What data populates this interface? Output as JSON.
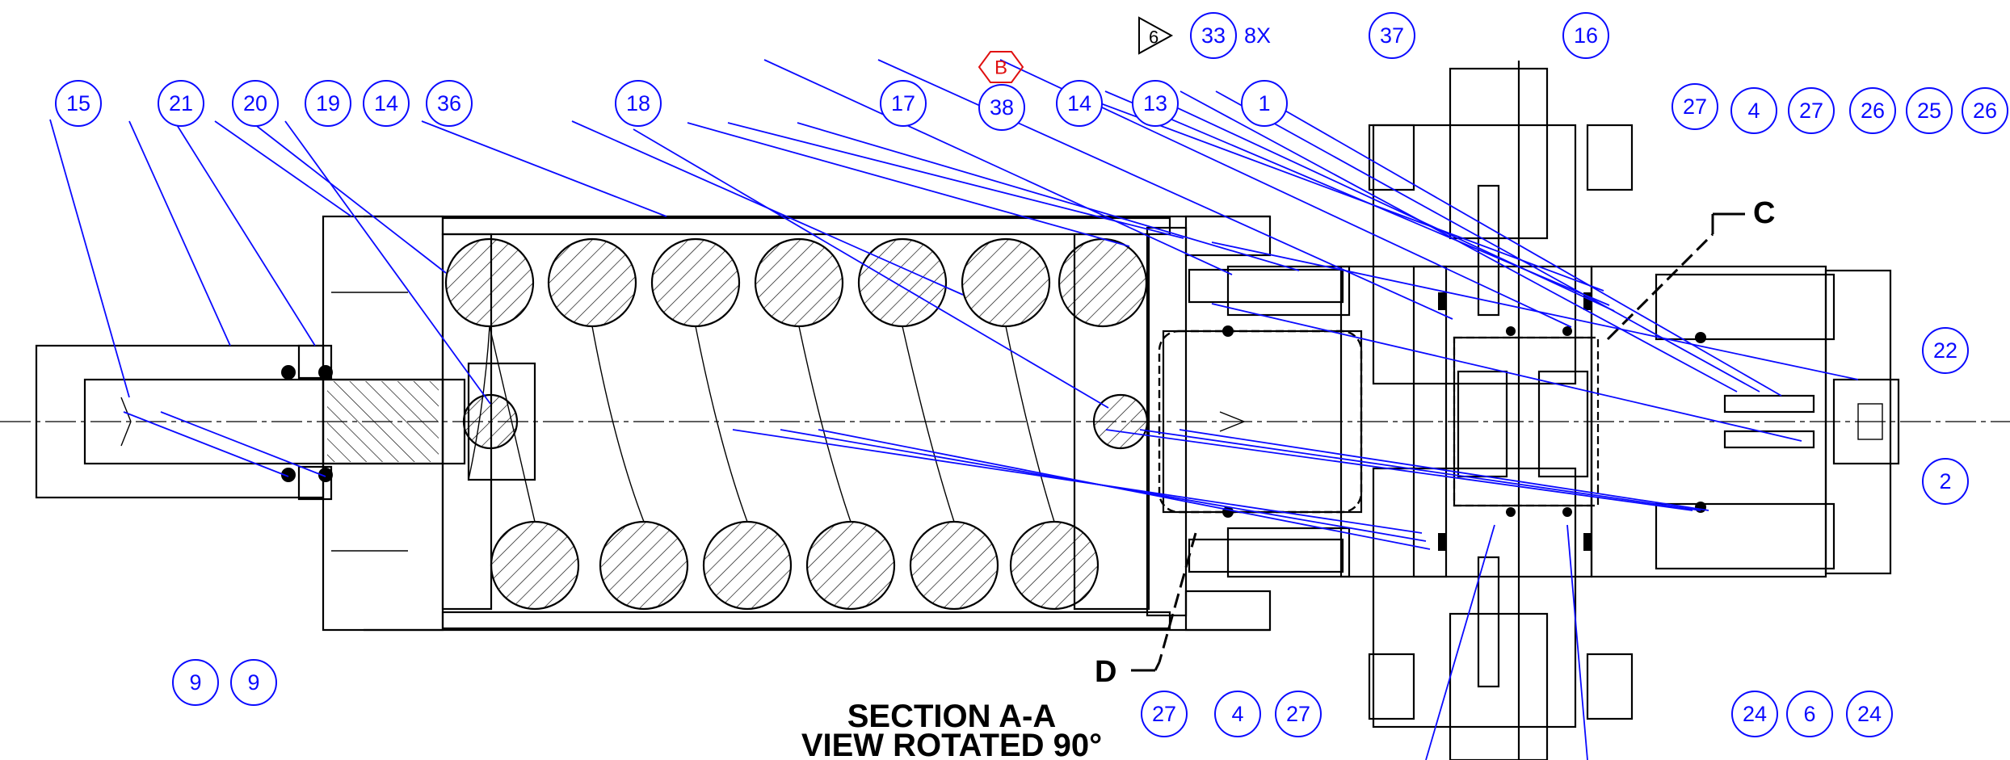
{
  "balloons": [
    {
      "id": "b15",
      "label": "15"
    },
    {
      "id": "b21",
      "label": "21"
    },
    {
      "id": "b20",
      "label": "20"
    },
    {
      "id": "b19",
      "label": "19"
    },
    {
      "id": "b14a",
      "label": "14"
    },
    {
      "id": "b36",
      "label": "36"
    },
    {
      "id": "b18",
      "label": "18"
    },
    {
      "id": "b17",
      "label": "17"
    },
    {
      "id": "b38",
      "label": "38"
    },
    {
      "id": "b14b",
      "label": "14"
    },
    {
      "id": "b13",
      "label": "13"
    },
    {
      "id": "b1",
      "label": "1"
    },
    {
      "id": "b33",
      "label": "33"
    },
    {
      "id": "b37",
      "label": "37"
    },
    {
      "id": "b16",
      "label": "16"
    },
    {
      "id": "b27a",
      "label": "27"
    },
    {
      "id": "b4a",
      "label": "4"
    },
    {
      "id": "b27b",
      "label": "27"
    },
    {
      "id": "b26a",
      "label": "26"
    },
    {
      "id": "b25",
      "label": "25"
    },
    {
      "id": "b26b",
      "label": "26"
    },
    {
      "id": "b22",
      "label": "22"
    },
    {
      "id": "b2",
      "label": "2"
    },
    {
      "id": "b9a",
      "label": "9"
    },
    {
      "id": "b9b",
      "label": "9"
    },
    {
      "id": "b27c",
      "label": "27"
    },
    {
      "id": "b4b",
      "label": "4"
    },
    {
      "id": "b27d",
      "label": "27"
    },
    {
      "id": "b24a",
      "label": "24"
    },
    {
      "id": "b6",
      "label": "6"
    },
    {
      "id": "b24b",
      "label": "24"
    }
  ],
  "notes": {
    "quantity": "8X",
    "weld_symbol": "6",
    "revision_flag": "B"
  },
  "view_labels": {
    "c": "C",
    "d": "D"
  },
  "caption": {
    "line1": "SECTION A-A",
    "line2": "VIEW ROTATED 90°"
  },
  "colors": {
    "balloon": "#0a0aff",
    "revision_flag": "#e01010",
    "linework": "#000000"
  }
}
